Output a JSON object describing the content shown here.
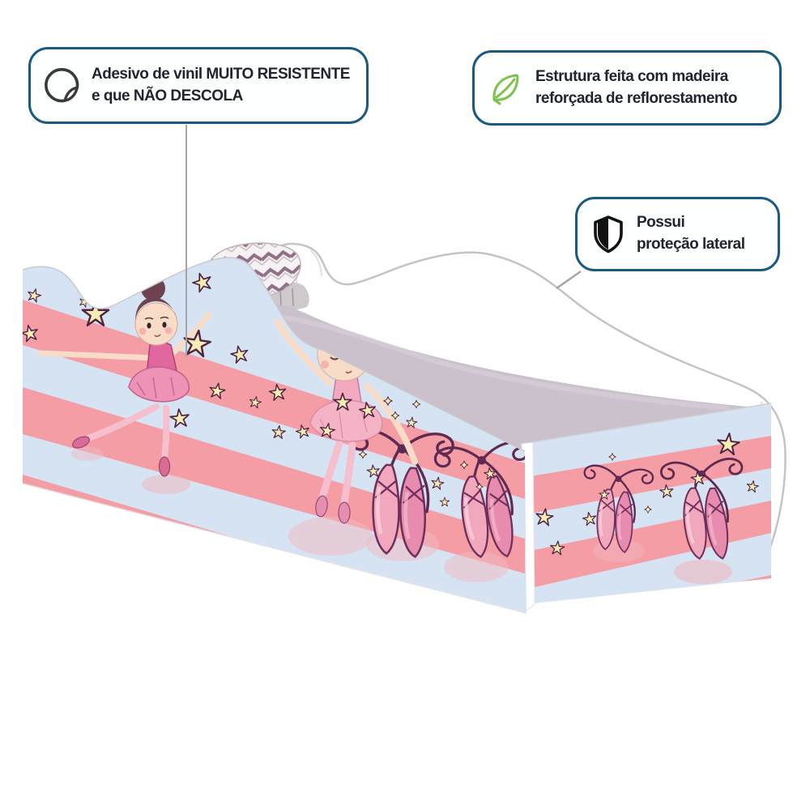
{
  "callouts": {
    "vinyl": {
      "icon": "sticker-icon",
      "line1": "Adesivo de vinil MUITO RESISTENTE",
      "line2": "e que NÃO DESCOLA"
    },
    "wood": {
      "icon": "leaf-icon",
      "line1": "Estrutura feita com madeira",
      "line2": "reforçada de reflorestamento"
    },
    "guard": {
      "icon": "shield-icon",
      "line1": "Possui",
      "line2": "proteção lateral"
    }
  },
  "colors": {
    "callout_border": "#1A5A80",
    "callout_text": "#1F242E",
    "leaf_green": "#7CC24B",
    "stripe_pink": "#F49DA4",
    "stripe_blue": "#D6E3F2",
    "mattress_lilac": "#CBC1CC",
    "star_fill": "#F8ECB6",
    "star_outline": "#4F2440",
    "slipper_pink": "#F2A8BC",
    "ribbon_plum": "#5E2A52",
    "outline_gray": "#C3C4C8"
  },
  "decor": {
    "front_stars": [
      [
        118,
        388,
        34,
        0
      ],
      [
        42,
        365,
        17,
        15
      ],
      [
        37,
        412,
        21,
        -12
      ],
      [
        104,
        373,
        13,
        20
      ],
      [
        250,
        349,
        24,
        -18
      ],
      [
        243,
        425,
        34,
        8
      ],
      [
        296,
        438,
        22,
        -12
      ],
      [
        268,
        483,
        20,
        10
      ],
      [
        222,
        517,
        24,
        -6
      ],
      [
        315,
        497,
        15,
        12
      ],
      [
        343,
        485,
        21,
        -8
      ],
      [
        344,
        534,
        17,
        6
      ],
      [
        374,
        533,
        17,
        -14
      ],
      [
        404,
        532,
        19,
        10
      ],
      [
        423,
        497,
        23,
        0
      ],
      [
        454,
        507,
        21,
        -10
      ],
      [
        508,
        522,
        14,
        8
      ],
      [
        461,
        582,
        16,
        -6
      ],
      [
        540,
        597,
        16,
        10
      ],
      [
        549,
        620,
        12,
        0
      ],
      [
        605,
        585,
        15,
        -8
      ]
    ],
    "front_sparkles": [
      [
        479,
        495,
        11
      ],
      [
        488,
        513,
        10
      ],
      [
        514,
        499,
        10
      ],
      [
        448,
        561,
        10
      ],
      [
        573,
        574,
        10
      ],
      [
        592,
        601,
        9
      ]
    ],
    "foot_stars": [
      [
        899,
        549,
        28,
        6
      ],
      [
        862,
        591,
        18,
        -8
      ],
      [
        929,
        601,
        15,
        10
      ],
      [
        823,
        607,
        17,
        -5
      ],
      [
        672,
        639,
        22,
        8
      ],
      [
        728,
        641,
        17,
        -10
      ],
      [
        688,
        677,
        18,
        6
      ],
      [
        746,
        611,
        13,
        0
      ]
    ],
    "foot_sparkles": [
      [
        800,
        629,
        9
      ],
      [
        756,
        564,
        9
      ]
    ]
  }
}
